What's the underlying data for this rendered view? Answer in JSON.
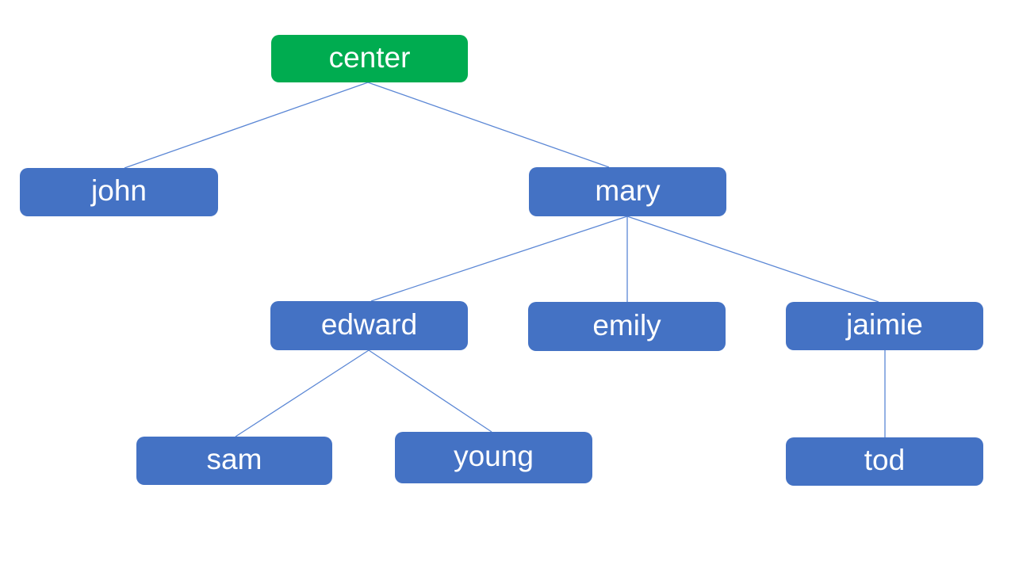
{
  "diagram": {
    "type": "tree",
    "root": "center",
    "structure": {
      "center": [
        "john",
        "mary"
      ],
      "john": [],
      "mary": [
        "edward",
        "emily",
        "jaimie"
      ],
      "edward": [
        "sam",
        "young"
      ],
      "emily": [],
      "jaimie": [
        "tod"
      ],
      "sam": [],
      "young": [],
      "tod": []
    }
  },
  "nodes": [
    {
      "id": "center",
      "label": "center",
      "level": 0,
      "parent": null,
      "role": "root"
    },
    {
      "id": "john",
      "label": "john",
      "level": 1,
      "parent": "center",
      "role": "child"
    },
    {
      "id": "mary",
      "label": "mary",
      "level": 1,
      "parent": "center",
      "role": "child"
    },
    {
      "id": "edward",
      "label": "edward",
      "level": 2,
      "parent": "mary",
      "role": "child"
    },
    {
      "id": "emily",
      "label": "emily",
      "level": 2,
      "parent": "mary",
      "role": "child"
    },
    {
      "id": "jaimie",
      "label": "jaimie",
      "level": 2,
      "parent": "mary",
      "role": "child"
    },
    {
      "id": "sam",
      "label": "sam",
      "level": 3,
      "parent": "edward",
      "role": "child"
    },
    {
      "id": "young",
      "label": "young",
      "level": 3,
      "parent": "edward",
      "role": "child"
    },
    {
      "id": "tod",
      "label": "tod",
      "level": 3,
      "parent": "jaimie",
      "role": "child"
    }
  ],
  "edges": [
    {
      "from": "center",
      "to": "john"
    },
    {
      "from": "center",
      "to": "mary"
    },
    {
      "from": "mary",
      "to": "edward"
    },
    {
      "from": "mary",
      "to": "emily"
    },
    {
      "from": "mary",
      "to": "jaimie"
    },
    {
      "from": "edward",
      "to": "sam"
    },
    {
      "from": "edward",
      "to": "young"
    },
    {
      "from": "jaimie",
      "to": "tod"
    }
  ],
  "colors": {
    "root_fill": "#00ac50",
    "node_fill": "#4472c4",
    "connector": "#5b87d5",
    "text": "#ffffff",
    "background": "#ffffff"
  }
}
